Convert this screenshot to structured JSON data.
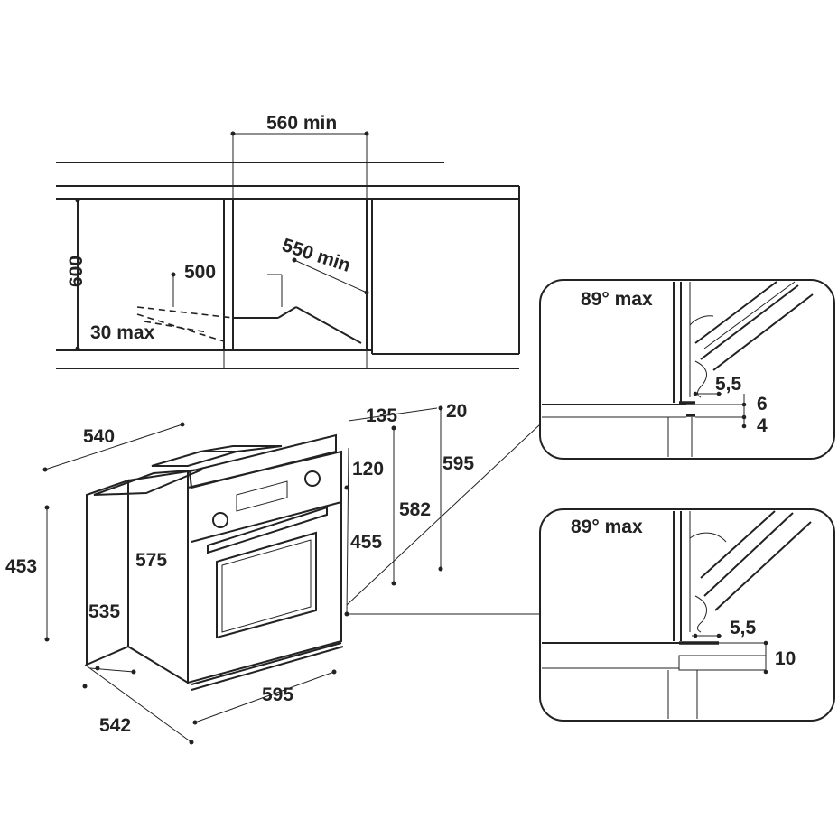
{
  "niche": {
    "width_min": "560 min",
    "depth_min": "550 min",
    "height": "600",
    "opening": "500",
    "gap_max": "30 max"
  },
  "oven": {
    "outer_width": "540",
    "overall_depth": "542",
    "body_width": "595",
    "body_height": "453",
    "body_side": "535",
    "depth_575": "575",
    "top_135": "135",
    "edge_20": "20",
    "top_120": "120",
    "front_455": "455",
    "height_582": "582",
    "height_595": "595"
  },
  "detail_top": {
    "angle": "89° max",
    "gap_5_5": "5,5",
    "dim_6": "6",
    "dim_4": "4"
  },
  "detail_bottom": {
    "angle": "89° max",
    "gap_5_5": "5,5",
    "dim_10": "10"
  }
}
